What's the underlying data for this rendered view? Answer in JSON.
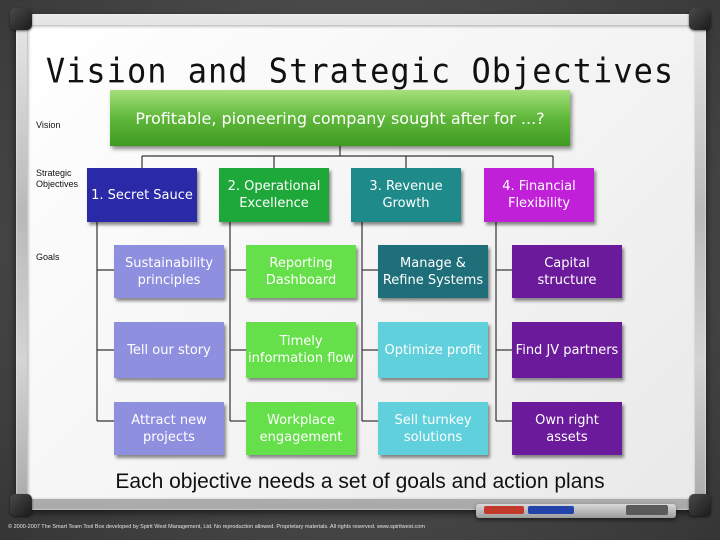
{
  "title": "Vision and Strategic Objectives",
  "labels": {
    "vision": "Vision",
    "strategic_objectives": "Strategic Objectives",
    "goals": "Goals"
  },
  "vision_text": "Profitable, pioneering company sought after for ...?",
  "objectives": [
    {
      "label": "1. Secret Sauce",
      "color": "#2a2aa8",
      "goal_color": "#8f8fe0",
      "goals": [
        "Sustainability principles",
        "Tell our story",
        "Attract new projects"
      ]
    },
    {
      "label": "2. Operational Excellence",
      "color": "#1fa83a",
      "goal_color": "#66e04a",
      "goals": [
        "Reporting Dashboard",
        "Timely information flow",
        "Workplace engagement"
      ]
    },
    {
      "label": "3. Revenue Growth",
      "color": "#1e8a8a",
      "goal_colors": [
        "#1e6f7a",
        "#5fd0dc",
        "#5fd0dc"
      ],
      "goals": [
        "Manage & Refine Systems",
        "Optimize profit",
        "Sell turnkey solutions"
      ]
    },
    {
      "label": "4. Financial Flexibility",
      "color": "#c020d8",
      "goal_color": "#6a1a9a",
      "goals": [
        "Capital structure",
        "Find JV partners",
        "Own right assets"
      ]
    }
  ],
  "footer": "Each objective needs a set of goals and action plans",
  "copyright": "© 2000-2007 The Smart Team Tool Box developed by Spirit West Management, Ltd. No reproduction allowed. Proprietary materials. All rights reserved. www.spiritwest.com"
}
